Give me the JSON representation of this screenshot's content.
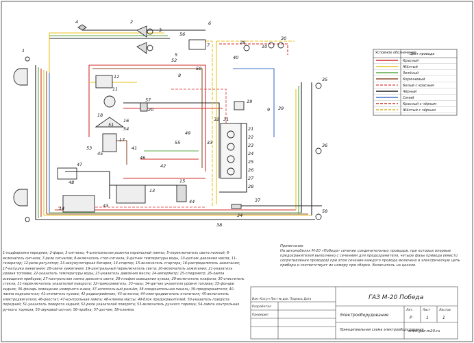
{
  "legend": {
    "header_left": "Условное обозначение",
    "header_right": "Цвет провода",
    "entries": [
      {
        "label": "Красный",
        "color": "#d42a2a",
        "style": "solid"
      },
      {
        "label": "Жёлтый",
        "color": "#e8c21a",
        "style": "solid"
      },
      {
        "label": "Зелёный",
        "color": "#58a845",
        "style": "solid"
      },
      {
        "label": "Коричневый",
        "color": "#8a4a2a",
        "style": "solid"
      },
      {
        "label": "Белый с красным",
        "color": "#e06060",
        "style": "dash"
      },
      {
        "label": "Чёрный",
        "color": "#222222",
        "style": "solid"
      },
      {
        "label": "Синий",
        "color": "#3d6fc8",
        "style": "solid"
      },
      {
        "label": "Красный с чёрным",
        "color": "#c0392b",
        "style": "dash"
      },
      {
        "label": "Жёлтый с чёрным",
        "color": "#d7b21c",
        "style": "dash"
      }
    ]
  },
  "component_numbers": [
    "1",
    "2",
    "3",
    "4",
    "5",
    "6",
    "7",
    "8",
    "9",
    "10",
    "11",
    "12",
    "13",
    "14",
    "15",
    "16",
    "17",
    "18",
    "19",
    "20",
    "21",
    "22",
    "23",
    "24",
    "25",
    "26",
    "27",
    "28",
    "29",
    "30",
    "31",
    "32",
    "33",
    "34",
    "35",
    "36",
    "37",
    "38",
    "39",
    "40",
    "41",
    "42",
    "43",
    "44",
    "45",
    "46",
    "47",
    "48",
    "49",
    "50",
    "51",
    "52",
    "53",
    "54",
    "55",
    "56",
    "57",
    "58"
  ],
  "caption": "1-подфарники передние; 2-фары; 3-сигналы; 4-штепсельная розетка переносной лампы; 5-переключатель света ножной; 6-включатель сигнала; 7-реле сигналов; 8-включатель стоп-сигнала; 9-датчик температуры воды; 10-датчик давления масла; 11-генератор; 12-реле-регулятор; 13-аккумуляторная батарея; 14-стартер; 15-включатель стартера; 16-распределитель зажигания; 17-катушка зажигания; 18-свечи зажигания; 19-центральный переключатель света; 20-включатель зажигания; 21-указатель уровня топлива; 22-указатель температуры воды; 23-указатель давления масла; 24-амперметр; 25-спидометр; 26-лампа освещения приборов; 27-контрольная лампа дальнего света; 28-плафон освещения кузова; 29-включатель плафона; 30-очиститель стекла; 31-переключатель указателей поворота; 32-прикуриватель; 33-часы; 34-датчик указателя уровня топлива; 35-фонари задние; 36-фонарь освещения номерного знака; 37-штепсельный разъём; 38-соединительная панель; 39-предохранители; 40-лампа подкапотная; 41-отопитель кузова; 42-радиоприёмник; 43-антенна; 44-электродвигатель отопителя; 45-включатель электродвигателя; 46-реостат; 47-контрольная лампа; 48-клемма массы; 49-блок предохранителей; 50-указатель поворота передний; 51-указатель поворота задний; 52-реле указателей поворота; 53-включатель ручного тормоза; 54-лампа контрольная ручного тормоза; 55-звуковой сигнал; 56-пробка; 57-датчик; 58-клемма.",
  "notes": {
    "title": "Примечание",
    "text": "На автомобилях М-20 «Победа» сечение соединительных проводов, при которых впервые предохранителей выполнено с сечением для предохранителя, четыре фазы привода (вместо сопротивления проводов) при этом сечение каждого провода включено в электрическую цепь прибора и соответствует их номеру при сборке. Включатель на цоколе."
  },
  "title_block": {
    "designation": "ГАЗ М-20 Победа",
    "document": "Электрооборудование",
    "name": "Принципиальная схема электрооборудования",
    "change_row": "Изм. Кол.уч Лист № док. Подпись Дата",
    "developed": "Разработал",
    "checked": "Проверил",
    "stage_label": "Лит.",
    "sheet_label": "Лист",
    "sheets_label": "Листов",
    "stage": "Р",
    "sheet": "1",
    "sheets": "1",
    "website": "www.gaz-m20.ru"
  }
}
